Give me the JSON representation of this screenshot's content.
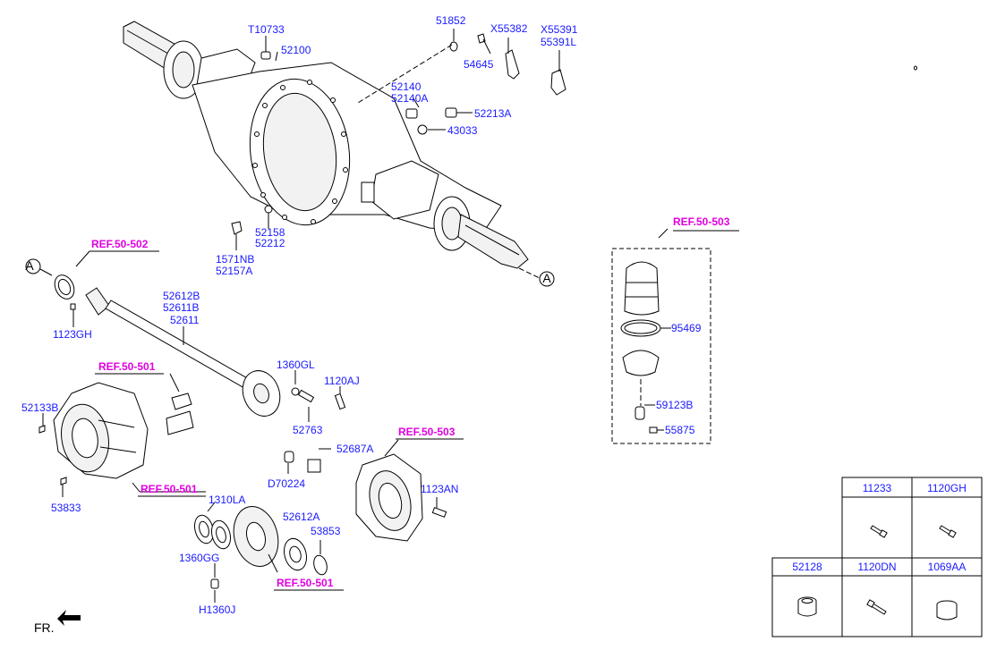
{
  "labels": {
    "T10733": "T10733",
    "p52100": "52100",
    "p51852": "51852",
    "X55382": "X55382",
    "p54645": "54645",
    "X55391": "X55391",
    "p55391L": "55391L",
    "p52140": "52140",
    "p52140A": "52140A",
    "p52213A": "52213A",
    "p43033": "43033",
    "p52158": "52158",
    "p52212": "52212",
    "p1571NB": "1571NB",
    "p52157A": "52157A",
    "p52612B": "52612B",
    "p52611B": "52611B",
    "p52611": "52611",
    "p1123GH": "1123GH",
    "p1360GL": "1360GL",
    "p1120AJ": "1120AJ",
    "p52763": "52763",
    "p52133B": "52133B",
    "p52687A": "52687A",
    "D70224": "D70224",
    "p53833": "53833",
    "p1310LA": "1310LA",
    "p52612A": "52612A",
    "p53853": "53853",
    "p1360GG": "1360GG",
    "H1360J": "H1360J",
    "p1123AN": "1123AN",
    "p95469": "95469",
    "p59123B": "59123B",
    "p55875": "55875"
  },
  "refs": {
    "ref50502": "REF.50-502",
    "ref50503_top": "REF.50-503",
    "ref50501_a": "REF.50-501",
    "ref50501_b": "REF.50-501",
    "ref50501_c": "REF.50-501",
    "ref50503_b": "REF.50-503"
  },
  "callouts": {
    "a_left": "A",
    "a_right": "A"
  },
  "orientation": "FR.",
  "parts_table": {
    "row1": [
      "11233",
      "1120GH"
    ],
    "row2": [
      "52128",
      "1120DN",
      "1069AA"
    ]
  },
  "colors": {
    "part_number": "#1a1aff",
    "reference": "#e000e0",
    "line": "#000000"
  }
}
